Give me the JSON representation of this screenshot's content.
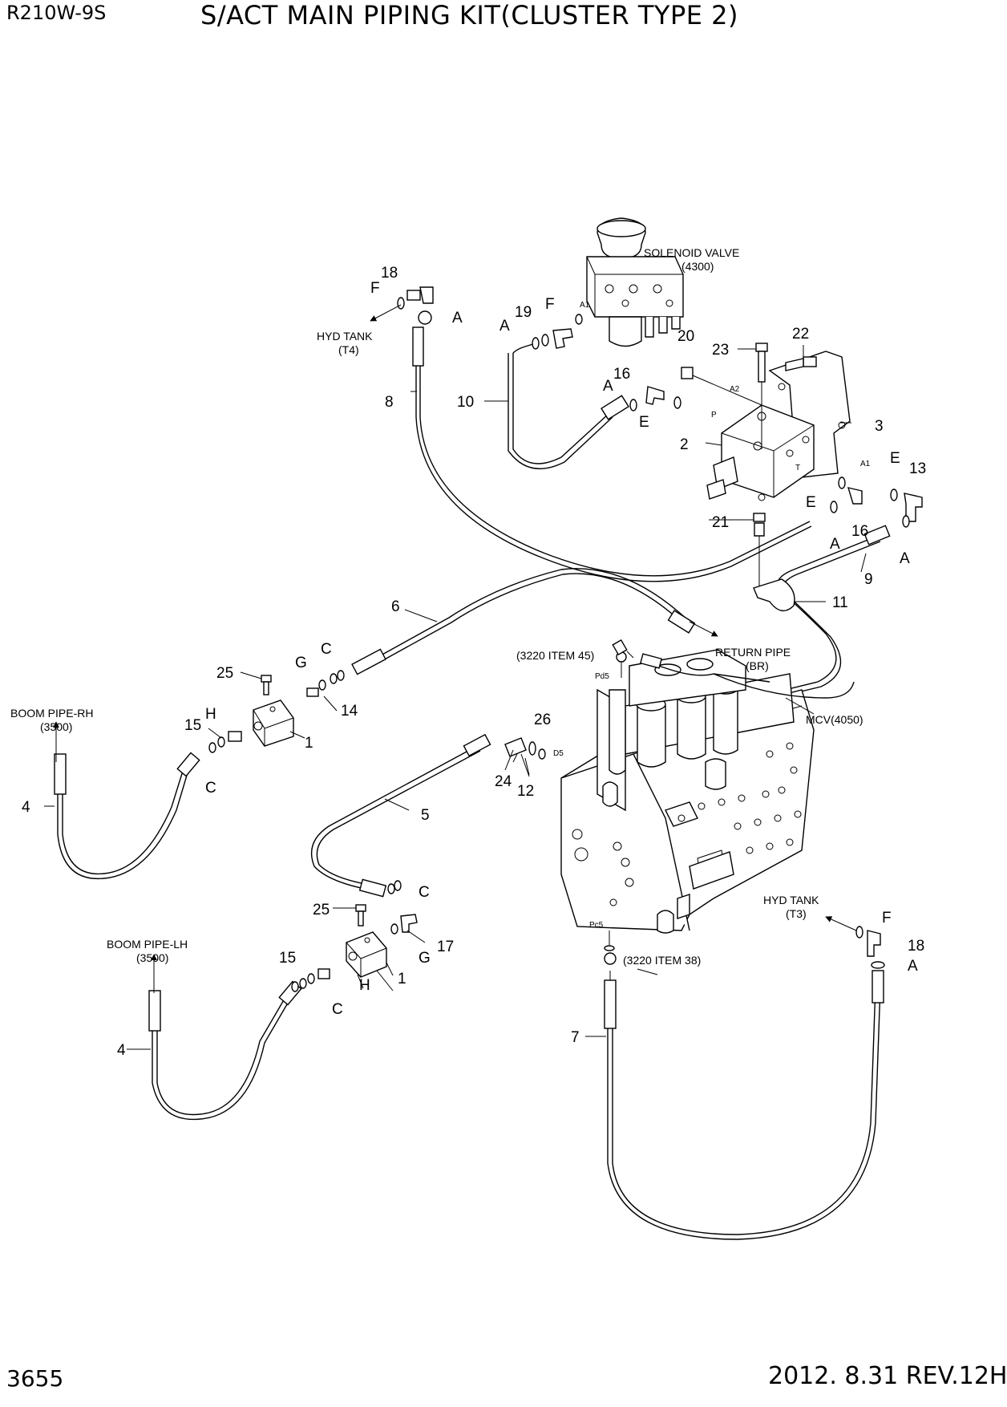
{
  "header": {
    "model": "R210W-9S",
    "title": "S/ACT MAIN PIPING KIT(CLUSTER TYPE 2)"
  },
  "footer": {
    "page_number": "3655",
    "date_rev": "2012. 8.31  REV.12H"
  },
  "notes": {
    "solenoid_valve_1": "SOLENOID VALVE",
    "solenoid_valve_2": "(4300)",
    "hyd_tank_t4_1": "HYD TANK",
    "hyd_tank_t4_2": "(T4)",
    "return_pipe_1": "RETURN PIPE",
    "return_pipe_2": "(BR)",
    "item45": "(3220 ITEM 45)",
    "item38": "(3220 ITEM 38)",
    "mcv": "MCV(4050)",
    "boom_rh_1": "BOOM PIPE-RH",
    "boom_rh_2": "(3500)",
    "boom_lh_1": "BOOM PIPE-LH",
    "boom_lh_2": "(3500)",
    "hyd_tank_t3_1": "HYD TANK",
    "hyd_tank_t3_2": "(T3)"
  },
  "ports": {
    "a1_top": "A1",
    "a2": "A2",
    "p": "P",
    "t": "T",
    "a1_right": "A1",
    "pd5": "Pd5",
    "d5": "D5",
    "pc5": "Pc5"
  },
  "callouts": {
    "n18_top": "18",
    "f_top": "F",
    "a_top": "A",
    "n19": "19",
    "f_19": "F",
    "a_19": "A",
    "n20": "20",
    "n23": "23",
    "n22": "22",
    "n16_top": "16",
    "a_16top": "A",
    "e_16top": "E",
    "n10": "10",
    "n8": "8",
    "n2": "2",
    "n3": "3",
    "e_13": "E",
    "n13": "13",
    "e_16b": "E",
    "n16_b": "16",
    "a_16b": "A",
    "a_9": "A",
    "n21": "21",
    "n9": "9",
    "n11": "11",
    "n6": "6",
    "n25_top": "25",
    "g_top": "G",
    "c_top": "C",
    "n14": "14",
    "h_top": "H",
    "n15_top": "15",
    "n1_top": "1",
    "c_left": "C",
    "n4_top": "4",
    "n26": "26",
    "n24": "24",
    "n12": "12",
    "n5": "5",
    "c_bottom": "C",
    "n25_bot": "25",
    "n17": "17",
    "g_bot": "G",
    "n15_bot": "15",
    "h_bot": "H",
    "n1_bot": "1",
    "c_bot2": "C",
    "n4_bot": "4",
    "n7": "7",
    "f_bot": "F",
    "n18_bot": "18",
    "a_bot": "A"
  }
}
